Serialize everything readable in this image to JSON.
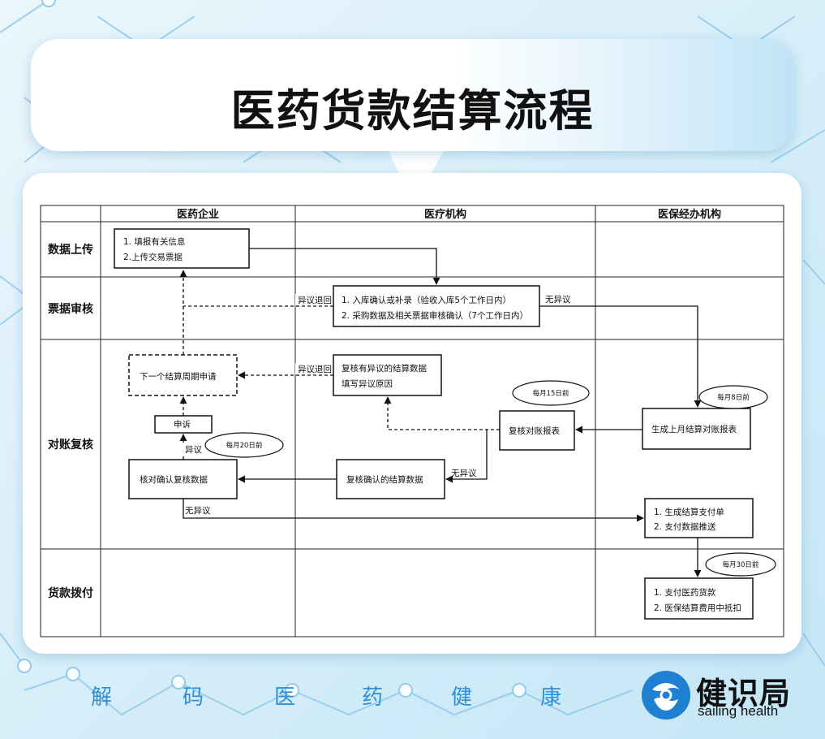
{
  "title": "医药货款结算流程",
  "columns": [
    "医药企业",
    "医疗机构",
    "医保经办机构"
  ],
  "rows": [
    "数据上传",
    "票据审核",
    "对账复核",
    "货款拨付"
  ],
  "boxes": {
    "upload": [
      "1. 填报有关信息",
      "2.上传交易票据"
    ],
    "audit": [
      "1. 入库确认或补录（验收入库5个工作日内）",
      "2. 采购数据及相关票据审核确认（7个工作日内）"
    ],
    "next_period": "下一个结算周期申请",
    "objection_data": [
      "复核有异议的结算数据",
      "填写异议原因"
    ],
    "appeal": "申诉",
    "review_report": "复核对账报表",
    "gen_report": "生成上月结算对账报表",
    "verify_enterprise": "核对确认复核数据",
    "review_confirm": "复核确认的结算数据",
    "payment_order": [
      "1. 生成结算支付单",
      "2. 支付数据推送"
    ],
    "pay": [
      "1. 支付医药货款",
      "2. 医保结算费用中抵扣"
    ]
  },
  "edge_labels": {
    "objection_return": "异议退回",
    "no_objection": "无异议",
    "objection": "异议"
  },
  "badges": {
    "day8": "每月8日前",
    "day15": "每月15日前",
    "day20": "每月20日前",
    "day30": "每月30日前"
  },
  "footer": [
    "解",
    "码",
    "医",
    "药",
    "健",
    "康"
  ],
  "brand": {
    "name": "健识局",
    "sub": "sailing health"
  },
  "colors": {
    "accent": "#2f8fd6",
    "brand_blue": "#1f7fd0"
  }
}
